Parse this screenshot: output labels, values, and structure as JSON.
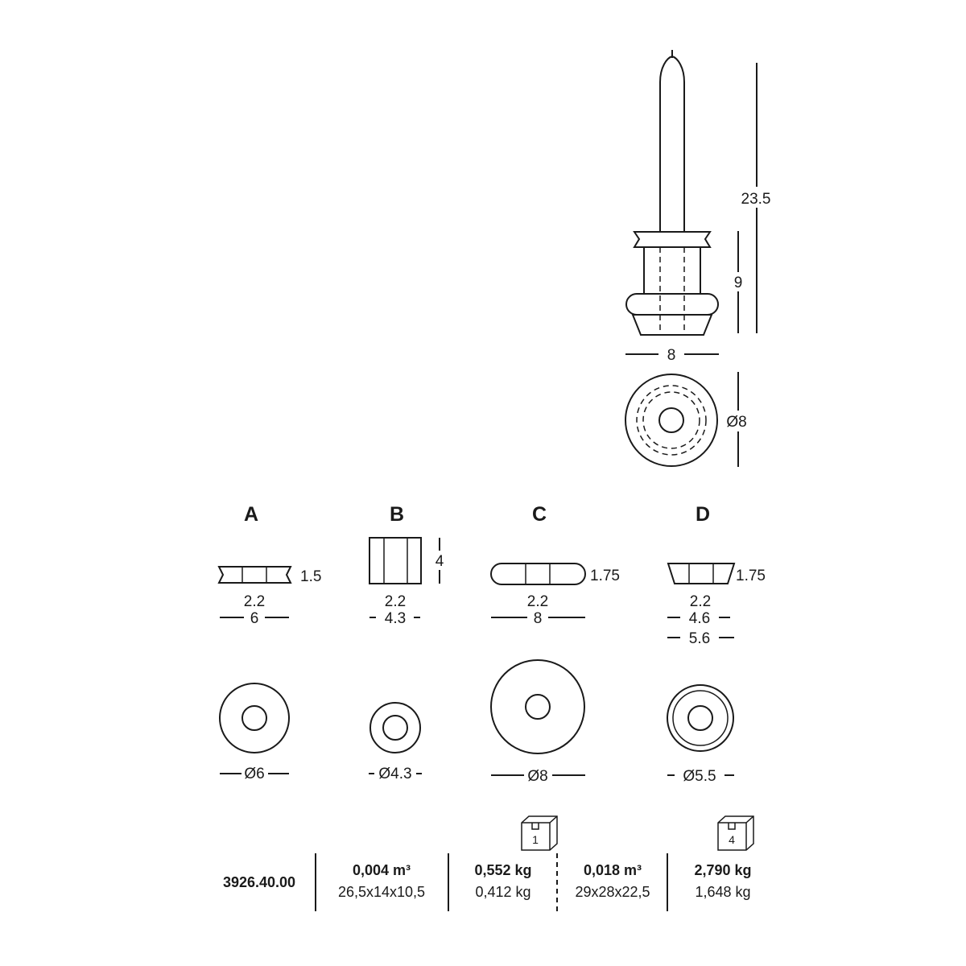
{
  "assembled": {
    "height_total": "23.5",
    "height_holder": "9",
    "width": "8",
    "diameter": "Ø8"
  },
  "parts": [
    {
      "letter": "A",
      "height": "1.5",
      "inner": "2.2",
      "width": "6",
      "width2": "",
      "diameter": "Ø6"
    },
    {
      "letter": "B",
      "height": "4",
      "inner": "2.2",
      "width": "4.3",
      "width2": "",
      "diameter": "Ø4.3"
    },
    {
      "letter": "C",
      "height": "1.75",
      "inner": "2.2",
      "width": "8",
      "width2": "",
      "diameter": "Ø8"
    },
    {
      "letter": "D",
      "height": "1.75",
      "inner": "2.2",
      "width": "4.6",
      "width2": "5.6",
      "diameter": "Ø5.5"
    }
  ],
  "packaging": {
    "code": "3926.40.00",
    "single": {
      "box_count": "1",
      "volume": "0,004 m³",
      "dimensions": "26,5x14x10,5",
      "gross_weight": "0,552 kg",
      "net_weight": "0,412 kg"
    },
    "master": {
      "box_count": "4",
      "volume": "0,018 m³",
      "dimensions": "29x28x22,5",
      "gross_weight": "2,790 kg",
      "net_weight": "1,648 kg"
    }
  }
}
